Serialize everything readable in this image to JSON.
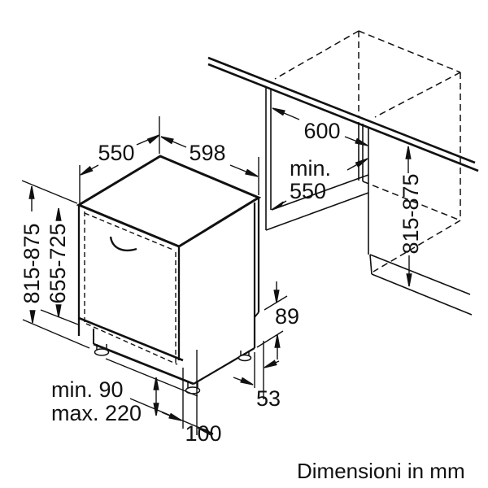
{
  "diagram": {
    "caption": "Dimensioni in mm",
    "labels": {
      "appliance_depth": "550",
      "appliance_width": "598",
      "niche_width": "600",
      "niche_depth_prefix": "min.",
      "niche_depth_value": "550",
      "niche_height": "815-875",
      "appliance_height": "815-875",
      "door_panel_height": "655-725",
      "rear_step": "89",
      "rear_foot_inset": "53",
      "front_foot_inset": "100",
      "plinth_min": "min. 90",
      "plinth_max": "max. 220"
    }
  }
}
